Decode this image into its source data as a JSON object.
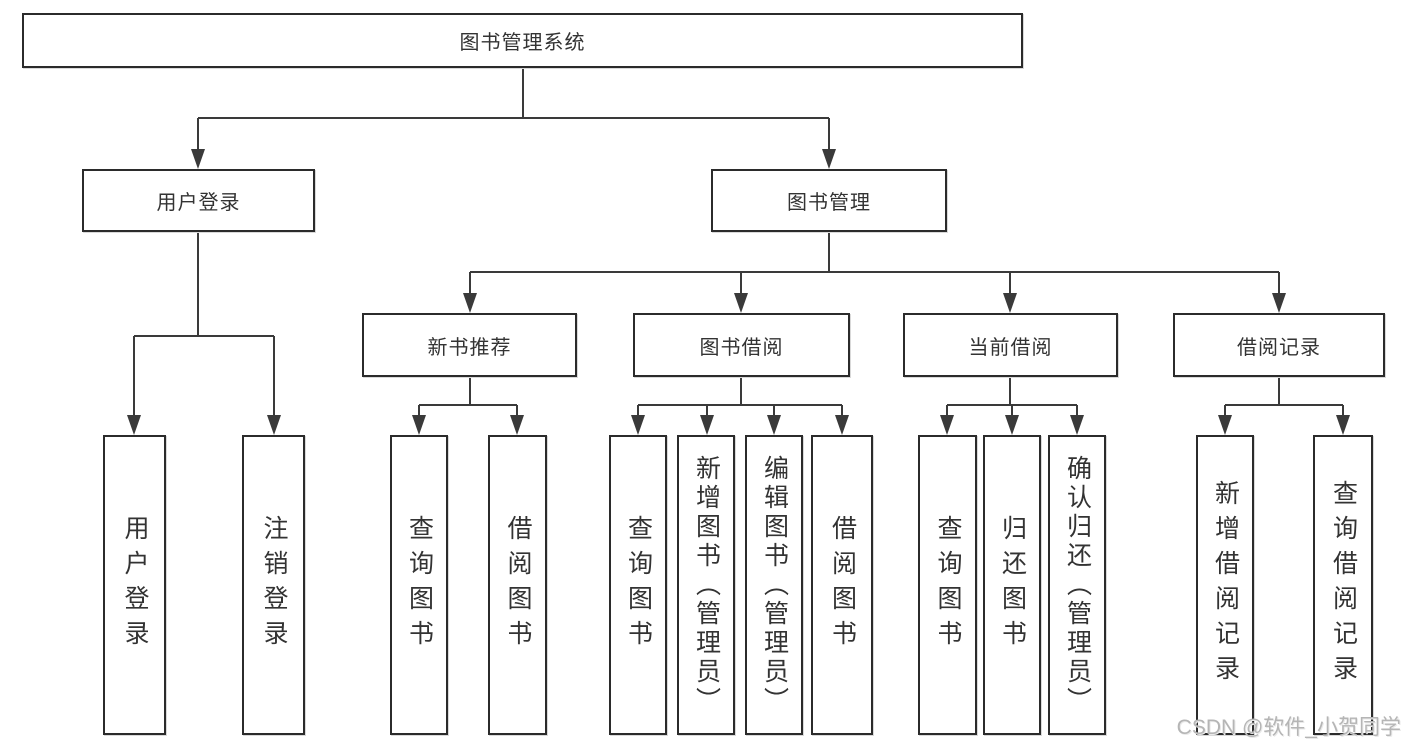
{
  "tree": {
    "label": "图书管理系统",
    "children": [
      {
        "label": "用户登录",
        "children": [
          {
            "label": "用户登录"
          },
          {
            "label": "注销登录"
          }
        ]
      },
      {
        "label": "图书管理",
        "children": [
          {
            "label": "新书推荐",
            "children": [
              {
                "label": "查询图书"
              },
              {
                "label": "借阅图书"
              }
            ]
          },
          {
            "label": "图书借阅",
            "children": [
              {
                "label": "查询图书"
              },
              {
                "label": "新增图书（管理员）"
              },
              {
                "label": "编辑图书（管理员）"
              },
              {
                "label": "借阅图书"
              }
            ]
          },
          {
            "label": "当前借阅",
            "children": [
              {
                "label": "查询图书"
              },
              {
                "label": "归还图书"
              },
              {
                "label": "确认归还（管理员）"
              }
            ]
          },
          {
            "label": "借阅记录",
            "children": [
              {
                "label": "新增借阅记录"
              },
              {
                "label": "查询借阅记录"
              }
            ]
          }
        ]
      }
    ]
  },
  "watermark": {
    "text": "CSDN @软件_小贺同学"
  },
  "colors": {
    "line": "#3a3a3a",
    "box_border": "#2b2b2b",
    "text": "#333333",
    "background": "#ffffff",
    "watermark": "#b5b5b5"
  }
}
